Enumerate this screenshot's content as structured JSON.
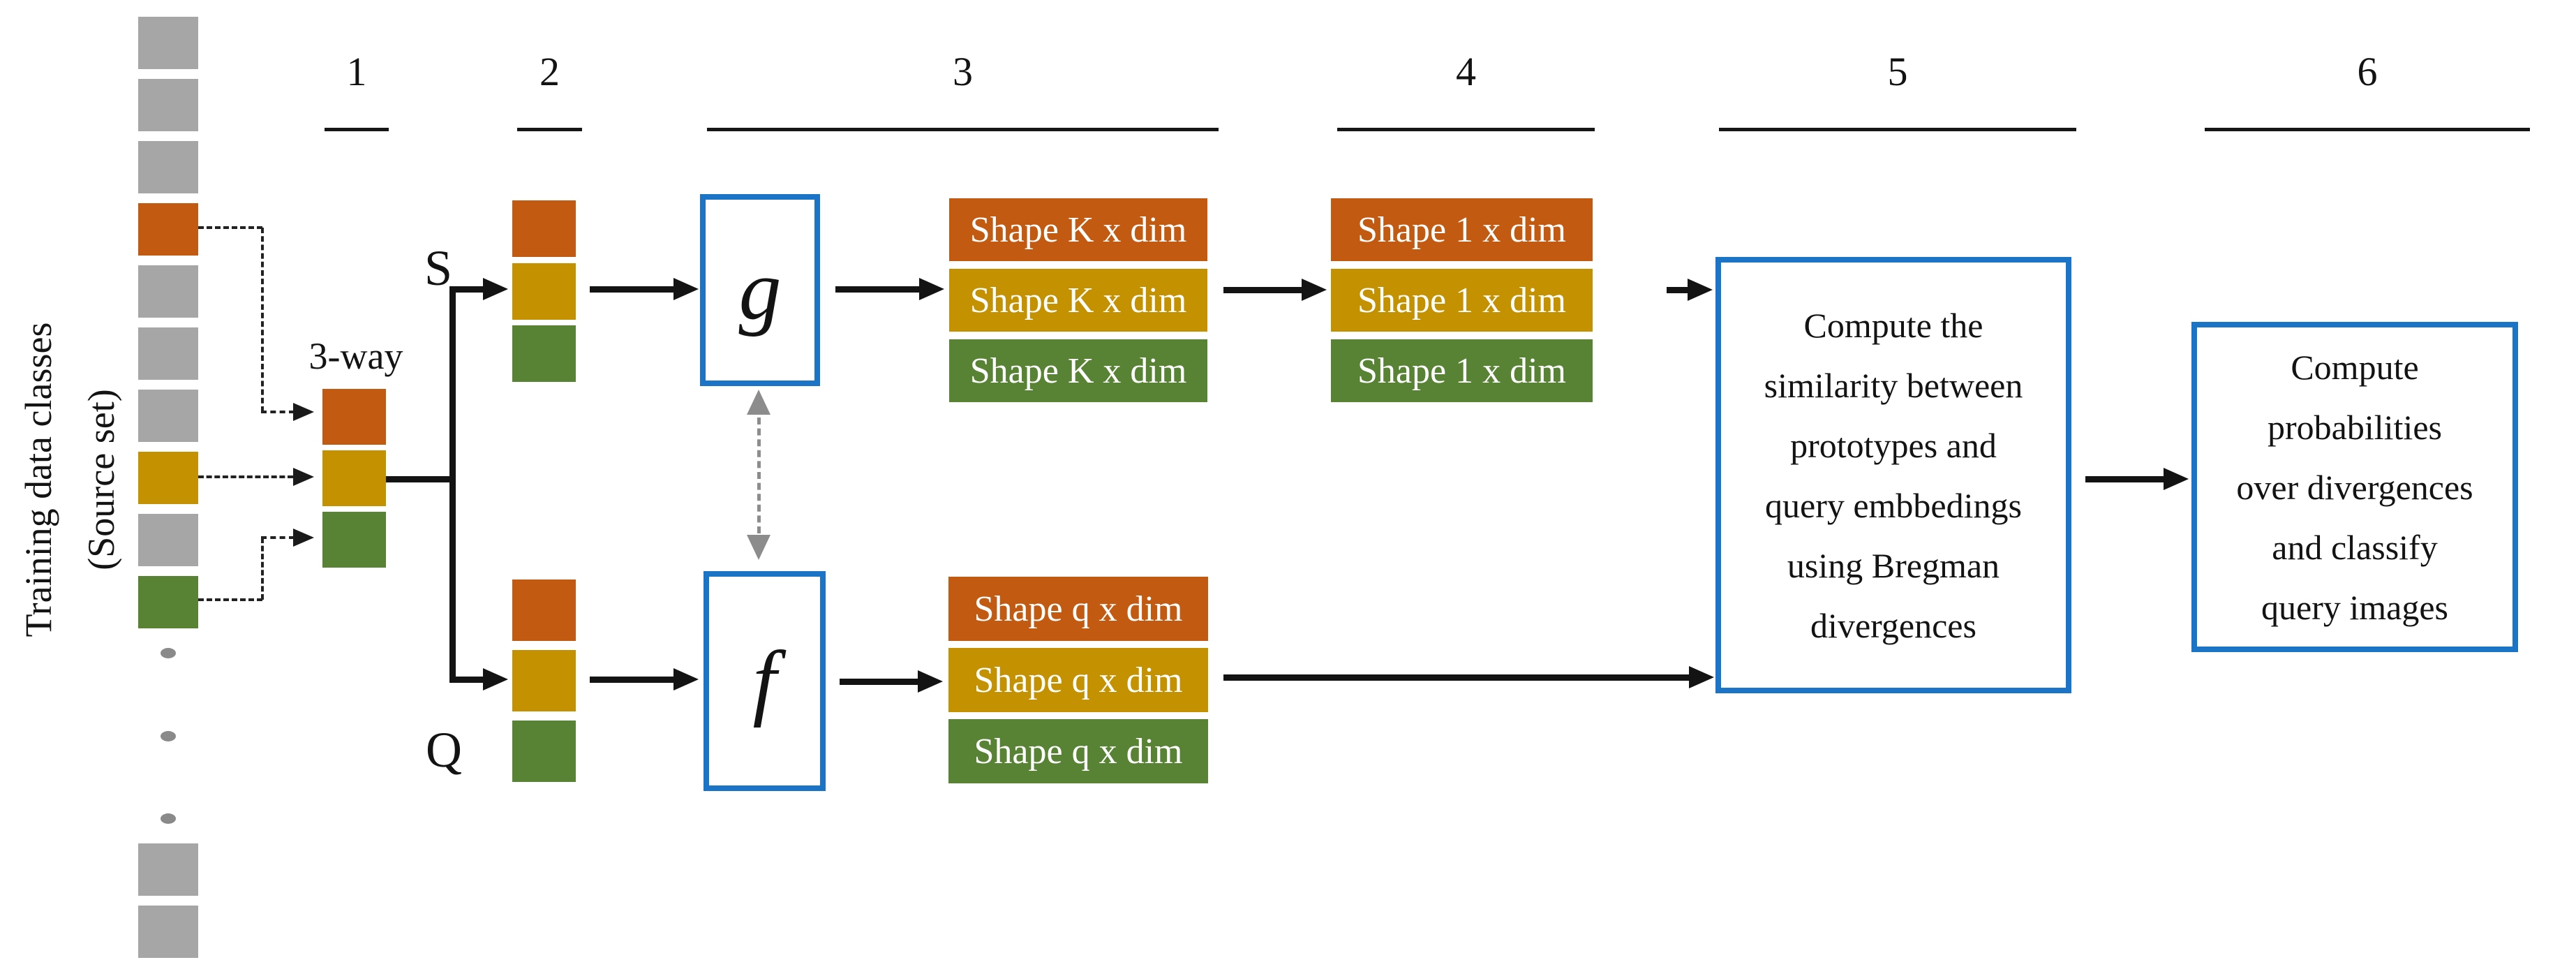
{
  "palette": {
    "orange": "#C35A11",
    "gold": "#C49200",
    "green": "#588334",
    "gray": "#A6A6A6",
    "dash_gray": "#8C8C8C",
    "blue": "#1B74C5",
    "line": "#131313"
  },
  "left_label": {
    "line1": "Training data classes",
    "line2": "(Source set)"
  },
  "steps": [
    {
      "number": "1"
    },
    {
      "number": "2"
    },
    {
      "number": "3"
    },
    {
      "number": "4"
    },
    {
      "number": "5"
    },
    {
      "number": "6"
    }
  ],
  "column": {
    "cells": [
      "#A6A6A6",
      "#A6A6A6",
      "#A6A6A6",
      "#C35A11",
      "#A6A6A6",
      "#A6A6A6",
      "#A6A6A6",
      "#C49200",
      "#A6A6A6",
      "#588334"
    ],
    "dots": [
      "#8A8A8A",
      "#8A8A8A",
      "#8A8A8A"
    ],
    "bottom_cells": [
      "#A6A6A6",
      "#A6A6A6"
    ]
  },
  "episode_label": "3-way",
  "support_label": "S",
  "query_label": "Q",
  "stacks": {
    "episode": [
      "#C35A11",
      "#C49200",
      "#588334"
    ],
    "support": [
      "#C35A11",
      "#C49200",
      "#588334"
    ],
    "query": [
      "#C35A11",
      "#C49200",
      "#588334"
    ]
  },
  "encoders": {
    "g_label": "g",
    "f_label": "f"
  },
  "bars_k": {
    "items": [
      {
        "label": "Shape K x dim",
        "color": "#C35A11"
      },
      {
        "label": "Shape K x dim",
        "color": "#C49200"
      },
      {
        "label": "Shape K x dim",
        "color": "#588334"
      }
    ]
  },
  "bars_1": {
    "items": [
      {
        "label": "Shape 1 x dim",
        "color": "#C35A11"
      },
      {
        "label": "Shape 1 x dim",
        "color": "#C49200"
      },
      {
        "label": "Shape 1 x dim",
        "color": "#588334"
      }
    ]
  },
  "bars_q": {
    "items": [
      {
        "label": "Shape q x dim",
        "color": "#C35A11"
      },
      {
        "label": "Shape q x dim",
        "color": "#C49200"
      },
      {
        "label": "Shape q x dim",
        "color": "#588334"
      }
    ]
  },
  "box5": {
    "text": "Compute the\nsimilarity between\nprototypes and\nquery embbedings\nusing Bregman\ndivergences"
  },
  "box6": {
    "text": "Compute\nprobabilities\nover divergences\nand classify\nquery images"
  }
}
